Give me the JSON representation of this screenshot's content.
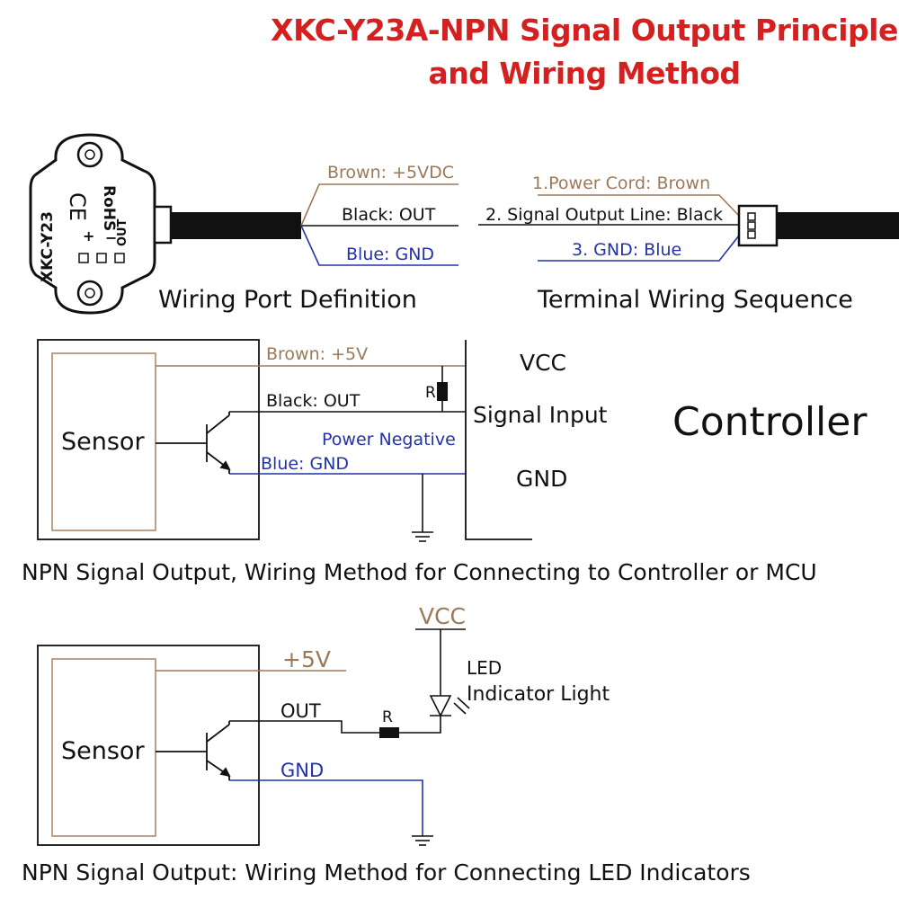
{
  "title_line1": "XKC-Y23A-NPN Signal Output Principle",
  "title_line2": "and Wiring Method",
  "sensor_body": {
    "rohs": "RoHS",
    "model": "XKC-Y23",
    "pin_plus": "+",
    "pin_minus": "−",
    "pin_out": "OUT"
  },
  "wiring_port": {
    "brown": "Brown: +5VDC",
    "black": "Black:  OUT",
    "blue": "Blue: GND",
    "caption": "Wiring Port Definition"
  },
  "terminal": {
    "brown": "1.Power Cord: Brown",
    "black": "2. Signal Output Line: Black",
    "blue": "3. GND: Blue",
    "caption": "Terminal Wiring Sequence"
  },
  "controller_diagram": {
    "sensor": "Sensor",
    "brown": "Brown: +5V",
    "black": "Black:  OUT",
    "resistor": "R",
    "power_negative": "Power Negative",
    "blue": "Blue: GND",
    "vcc": "VCC",
    "signal_input": "Signal Input",
    "gnd": "GND",
    "controller": "Controller",
    "caption": "NPN Signal Output, Wiring Method for Connecting to Controller or MCU"
  },
  "led_diagram": {
    "sensor": "Sensor",
    "plus5v": "+5V",
    "out": "OUT",
    "gnd": "GND",
    "resistor": "R",
    "vcc": "VCC",
    "led_line1": "LED",
    "led_line2": "Indicator Light",
    "caption": "NPN Signal Output: Wiring Method for Connecting LED Indicators"
  },
  "colors": {
    "title_red": "#d42020",
    "brown_wire": "#9b7a5a",
    "blue_wire": "#2233aa",
    "sensor_box_line": "#b08868",
    "black": "#111111"
  }
}
